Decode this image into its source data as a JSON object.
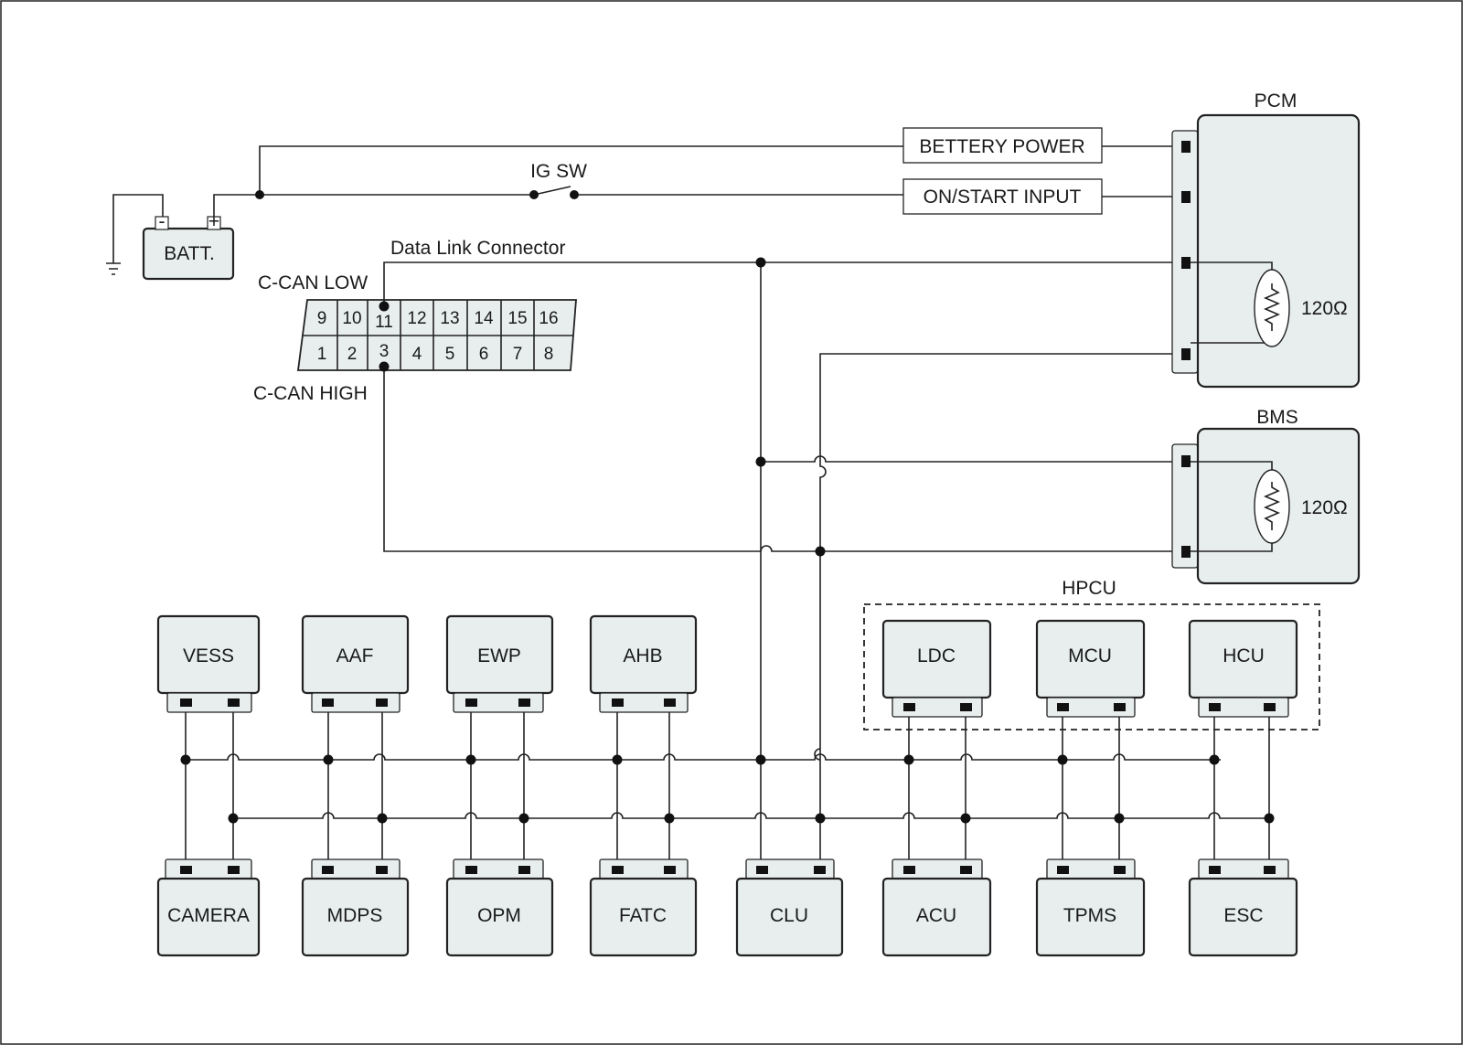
{
  "battery": {
    "label": "BATT.",
    "neg": "-",
    "pos": "+"
  },
  "switch": {
    "label": "IG SW"
  },
  "signals": {
    "battery_power": "BETTERY POWER",
    "on_start": "ON/START INPUT"
  },
  "dlc": {
    "title": "Data Link Connector",
    "can_low": "C-CAN LOW",
    "can_high": "C-CAN HIGH",
    "top_pins": [
      "9",
      "10",
      "11",
      "12",
      "13",
      "14",
      "15",
      "16"
    ],
    "bottom_pins": [
      "1",
      "2",
      "3",
      "4",
      "5",
      "6",
      "7",
      "8"
    ]
  },
  "pcm": {
    "label": "PCM",
    "resistor": "120Ω"
  },
  "bms": {
    "label": "BMS",
    "resistor": "120Ω"
  },
  "hpcu": {
    "label": "HPCU"
  },
  "top_modules": [
    "VESS",
    "AAF",
    "EWP",
    "AHB",
    "LDC",
    "MCU",
    "HCU"
  ],
  "bottom_modules": [
    "CAMERA",
    "MDPS",
    "OPM",
    "FATC",
    "CLU",
    "ACU",
    "TPMS",
    "ESC"
  ]
}
